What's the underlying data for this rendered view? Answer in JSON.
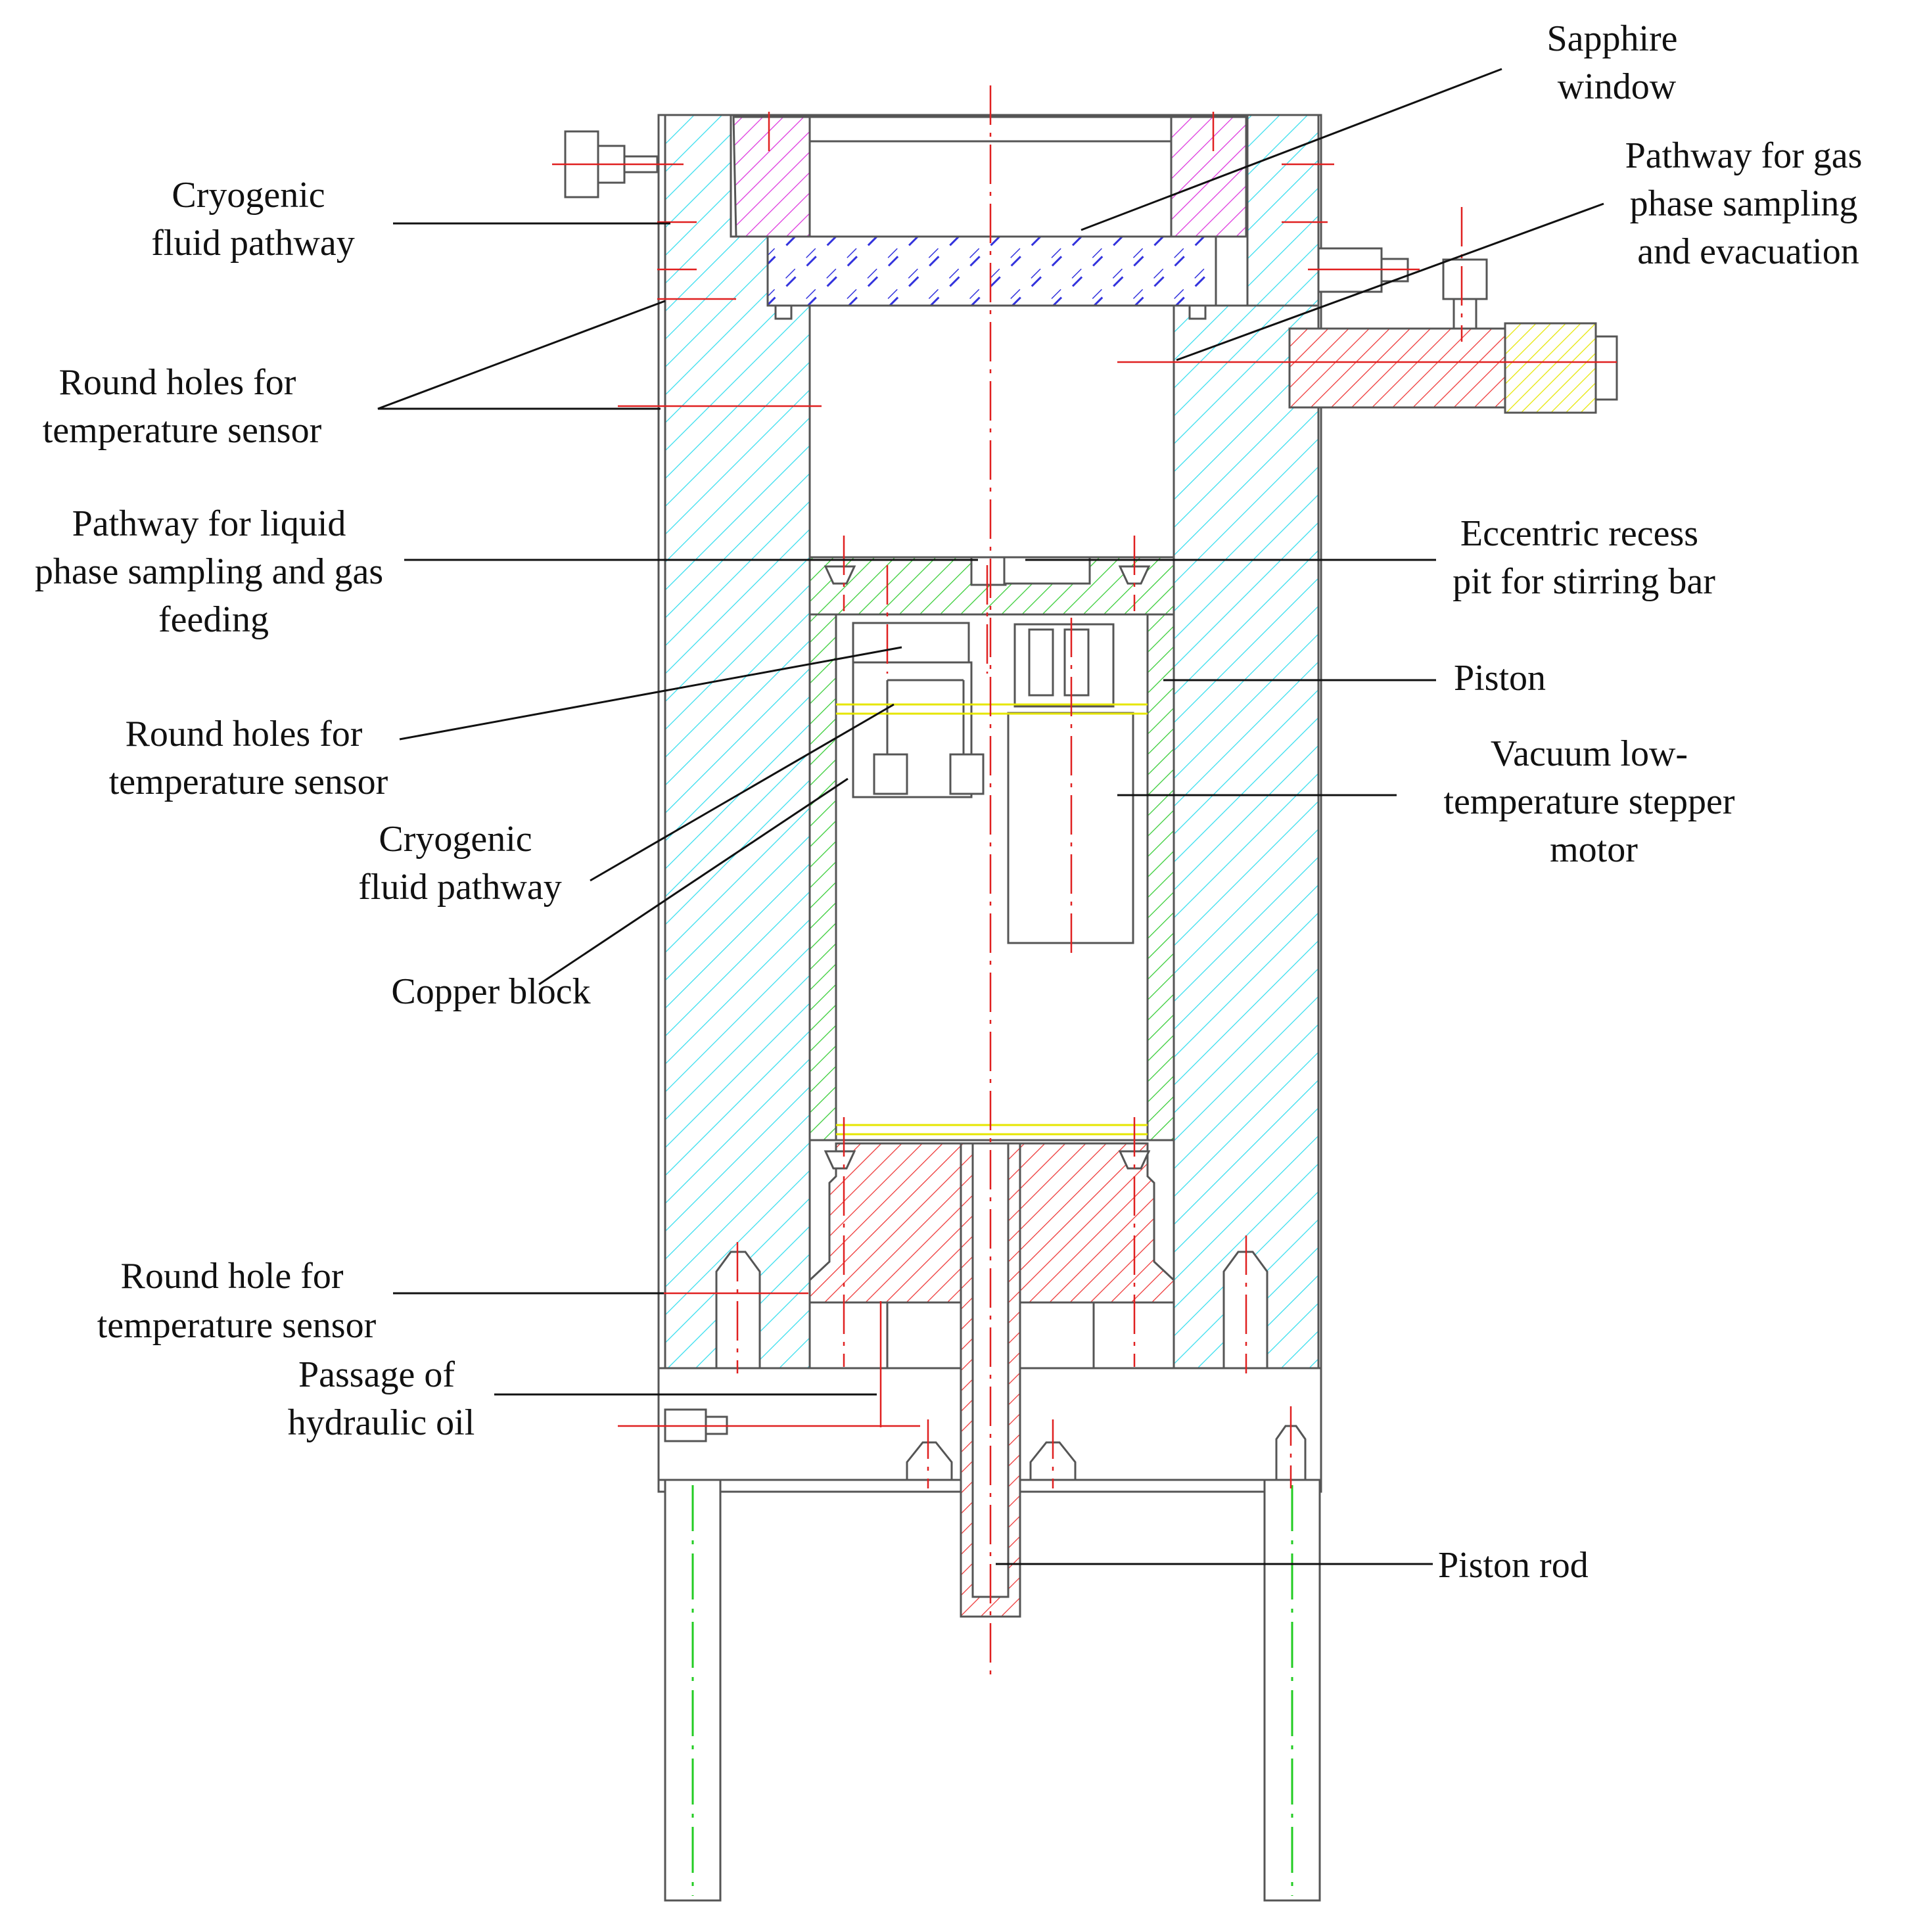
{
  "labels": {
    "sapphire_window": [
      "Sapphire",
      "window"
    ],
    "gas_phase_pathway": [
      "Pathway for gas",
      "phase sampling",
      "and evacuation"
    ],
    "cryogenic_fluid_top": [
      "Cryogenic",
      "fluid pathway"
    ],
    "round_holes_top": [
      "Round holes for",
      "temperature sensor"
    ],
    "liquid_phase_pathway": [
      "Pathway for liquid",
      "phase sampling and gas",
      "feeding"
    ],
    "eccentric_recess": [
      "Eccentric recess",
      "pit for stirring bar"
    ],
    "piston": [
      "Piston"
    ],
    "round_holes_mid": [
      "Round holes for",
      "temperature sensor"
    ],
    "stepper_motor": [
      "Vacuum low-",
      "temperature stepper",
      "motor"
    ],
    "cryogenic_fluid_mid": [
      "Cryogenic",
      "fluid pathway"
    ],
    "copper_block": [
      "Copper block"
    ],
    "round_hole_bottom": [
      "Round hole for",
      "temperature sensor"
    ],
    "hydraulic_oil": [
      "Passage of",
      "hydraulic oil"
    ],
    "piston_rod": [
      "Piston rod"
    ]
  },
  "colors": {
    "outline": "#555555",
    "leader": "#111111",
    "centerline": "#e02020",
    "body_hatch": "#33ddee",
    "window_holder_hatch": "#dd33dd",
    "sapphire_hatch": "#3333dd",
    "piston_hatch": "#33cc33",
    "piston_head_hatch": "#ee3333",
    "seal": "#e6e600",
    "leg_axis": "#22cc22"
  }
}
